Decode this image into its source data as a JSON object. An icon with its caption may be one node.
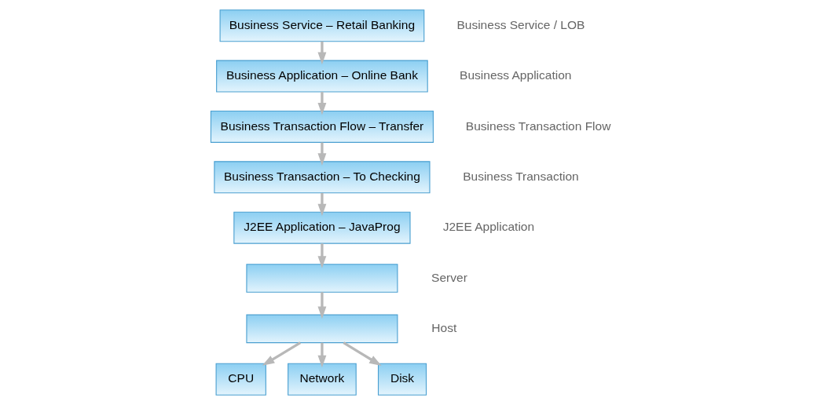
{
  "diagram": {
    "nodes": [
      {
        "text": [
          "Business Service – Retail Banking"
        ],
        "beside": [
          "Business Service / LOB"
        ]
      },
      {
        "text": [
          "Business Application – Online Bank"
        ],
        "beside": [
          "Business Application"
        ]
      },
      {
        "text": [
          "Business Transaction Flow – Transfer"
        ],
        "beside": [
          "Business Transaction Flow"
        ]
      },
      {
        "text": [
          "Business Transaction – To Checking"
        ],
        "beside": [
          "Business Transaction"
        ]
      },
      {
        "text": [
          "J2EE Application – JavaProg"
        ],
        "beside": [
          "J2EE Application"
        ]
      },
      {
        "text": [],
        "shape": "box",
        "beside": [
          "Server"
        ]
      },
      {
        "text": [],
        "shape": "box",
        "beside": [
          "Host"
        ]
      },
      {
        "text": [
          "CPU"
        ]
      },
      {
        "text": [
          "Network"
        ]
      },
      {
        "text": [
          "Disk"
        ]
      }
    ],
    "edges": [
      {
        "from": 0,
        "to": 1,
        "arrow": "to"
      },
      {
        "from": 1,
        "to": 2,
        "arrow": "to"
      },
      {
        "from": 2,
        "to": 3,
        "arrow": "to"
      },
      {
        "from": 3,
        "to": 4,
        "arrow": "to"
      },
      {
        "from": 4,
        "to": 5,
        "arrow": "to"
      },
      {
        "from": 5,
        "to": 6,
        "arrow": "to"
      },
      {
        "from": 6,
        "to": 7,
        "arrow": "to"
      },
      {
        "from": 6,
        "to": 8,
        "arrow": "to"
      },
      {
        "from": 6,
        "to": 9,
        "arrow": "to"
      }
    ]
  }
}
